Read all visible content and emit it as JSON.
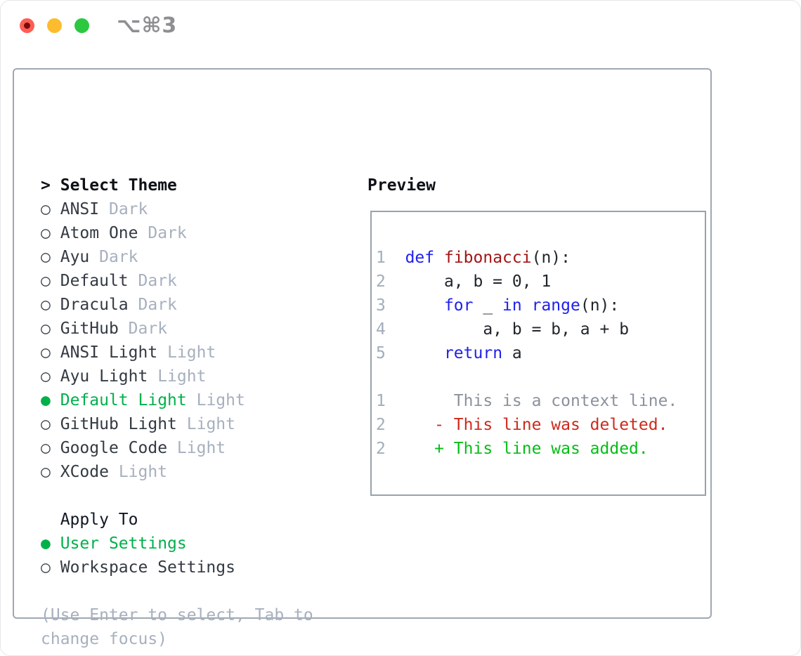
{
  "window": {
    "title": "⌥⌘3"
  },
  "glyphs": {
    "bullet": "○",
    "selected_bullet": "●",
    "prompt": ">"
  },
  "colors": {
    "selection_green": "#00b04b",
    "keyword_blue": "#2020ee",
    "function_red": "#a31515",
    "deleted_red": "#cb2a1d",
    "added_green": "#06bd16",
    "muted_gray": "#a7b0be",
    "traffic_red": "#ff5d55",
    "traffic_yellow": "#fdbc2e",
    "traffic_green": "#2bc840"
  },
  "theme_panel": {
    "heading": "Select Theme",
    "items": [
      {
        "label": "ANSI",
        "variant": "Dark",
        "selected": false
      },
      {
        "label": "Atom One",
        "variant": "Dark",
        "selected": false
      },
      {
        "label": "Ayu",
        "variant": "Dark",
        "selected": false
      },
      {
        "label": "Default",
        "variant": "Dark",
        "selected": false
      },
      {
        "label": "Dracula",
        "variant": "Dark",
        "selected": false
      },
      {
        "label": "GitHub",
        "variant": "Dark",
        "selected": false
      },
      {
        "label": "ANSI Light",
        "variant": "Light",
        "selected": false
      },
      {
        "label": "Ayu Light",
        "variant": "Light",
        "selected": false
      },
      {
        "label": "Default Light",
        "variant": "Light",
        "selected": true
      },
      {
        "label": "GitHub Light",
        "variant": "Light",
        "selected": false
      },
      {
        "label": "Google Code",
        "variant": "Light",
        "selected": false
      },
      {
        "label": "XCode",
        "variant": "Light",
        "selected": false
      }
    ],
    "apply_heading": "Apply To",
    "apply_items": [
      {
        "label": "User Settings",
        "selected": true
      },
      {
        "label": "Workspace Settings",
        "selected": false
      }
    ],
    "hint_lines": [
      "(Use Enter to select, Tab to",
      "change focus)"
    ]
  },
  "preview": {
    "heading": "Preview",
    "lines": [
      [
        [
          "1",
          "num"
        ],
        [
          "  ",
          "code"
        ],
        [
          "def",
          "kw"
        ],
        [
          " ",
          "code"
        ],
        [
          "fibonacci",
          "fn"
        ],
        [
          "(n):",
          "code"
        ]
      ],
      [
        [
          "2",
          "num"
        ],
        [
          "      a, b = 0, 1",
          "code"
        ]
      ],
      [
        [
          "3",
          "num"
        ],
        [
          "      ",
          "code"
        ],
        [
          "for",
          "kw"
        ],
        [
          " _ ",
          "code"
        ],
        [
          "in",
          "kw"
        ],
        [
          " ",
          "code"
        ],
        [
          "range",
          "kw"
        ],
        [
          "(n):",
          "code"
        ]
      ],
      [
        [
          "4",
          "num"
        ],
        [
          "          a, b = b, a + b",
          "code"
        ]
      ],
      [
        [
          "5",
          "num"
        ],
        [
          "      ",
          "code"
        ],
        [
          "return",
          "kw"
        ],
        [
          " a",
          "code"
        ]
      ],
      [],
      [
        [
          "1",
          "num"
        ],
        [
          "       This is a context line.",
          "ctx"
        ]
      ],
      [
        [
          "2",
          "num"
        ],
        [
          "     ",
          "code"
        ],
        [
          "- This line was deleted.",
          "del"
        ]
      ],
      [
        [
          "2",
          "num"
        ],
        [
          "     ",
          "code"
        ],
        [
          "+ This line was added.",
          "add"
        ]
      ]
    ]
  }
}
